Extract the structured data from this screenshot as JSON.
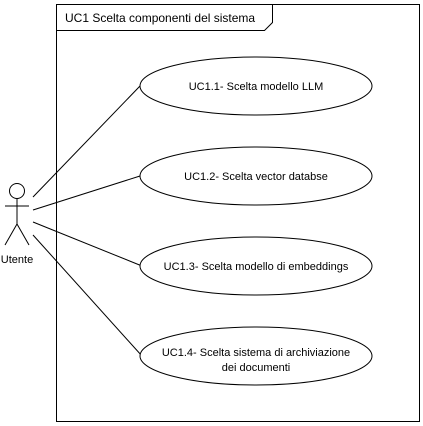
{
  "frame": {
    "title": "UC1 Scelta componenti del sistema"
  },
  "actor": {
    "label": "Utente"
  },
  "use_cases": [
    {
      "lines": [
        "UC1.1- Scelta modello LLM"
      ]
    },
    {
      "lines": [
        "UC1.2- Scelta vector databse"
      ]
    },
    {
      "lines": [
        "UC1.3- Scelta modello di embeddings"
      ]
    },
    {
      "lines": [
        "UC1.4- Scelta sistema di archiviazione",
        "dei documenti"
      ]
    }
  ],
  "colors": {
    "stroke": "#000000",
    "fill": "#ffffff",
    "text": "#000000"
  }
}
